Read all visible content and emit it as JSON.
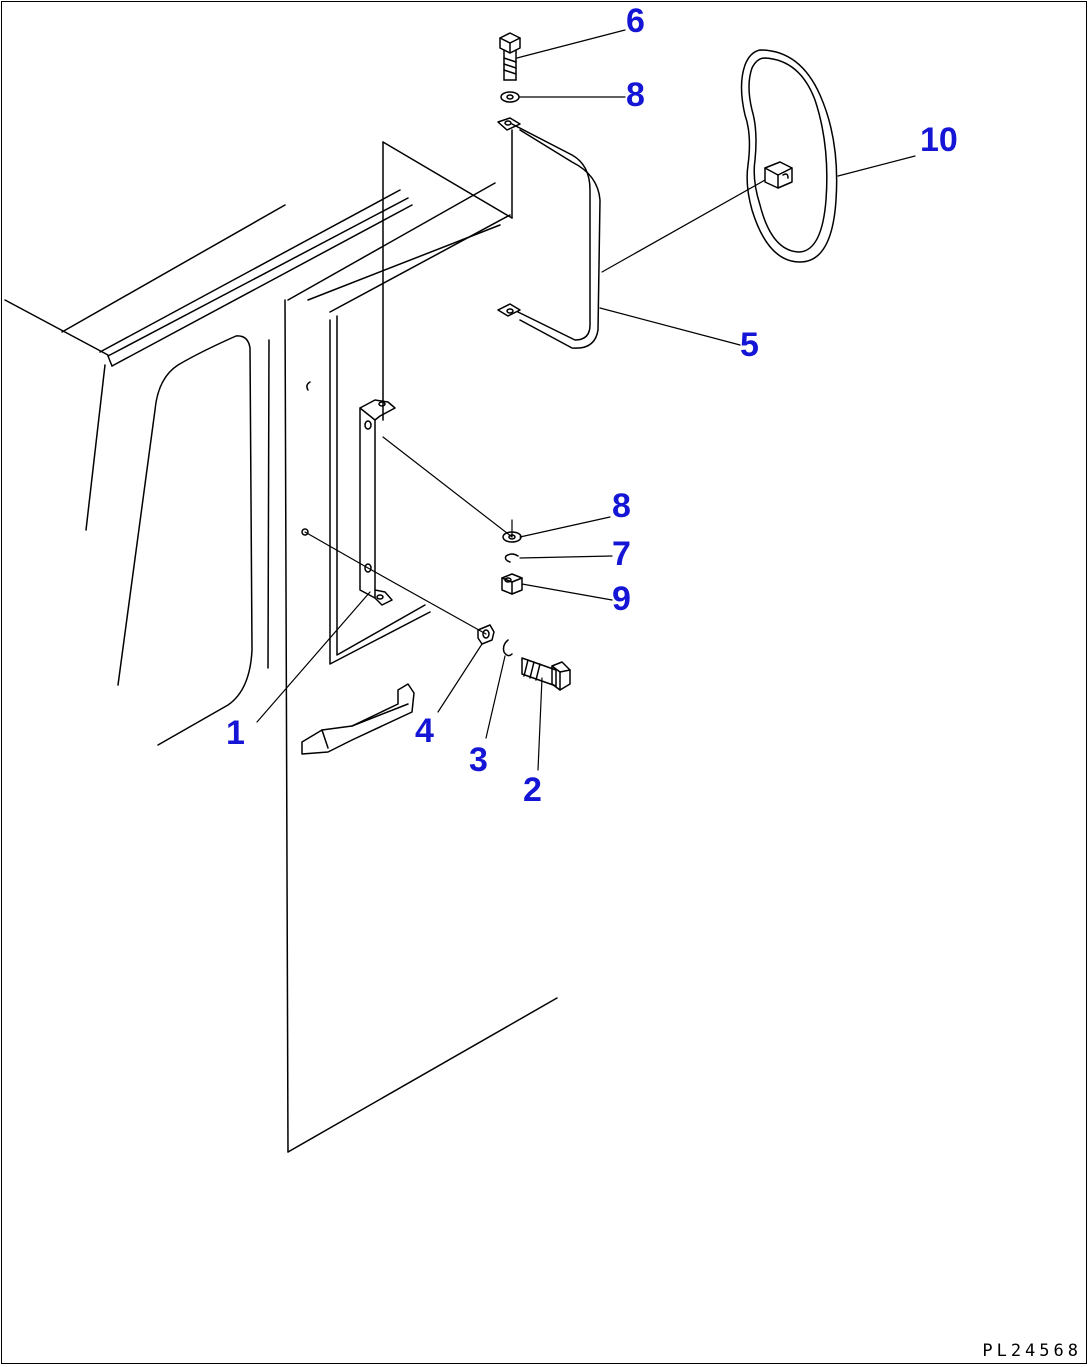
{
  "diagram": {
    "drawing_code": "PL24568",
    "callouts": {
      "c1": "1",
      "c2": "2",
      "c3": "3",
      "c4": "4",
      "c5": "5",
      "c6": "6",
      "c7": "7",
      "c8_top": "8",
      "c8_mid": "8",
      "c9": "9",
      "c10": "10"
    },
    "colors": {
      "callout": "#1515d6",
      "line": "#000000"
    }
  }
}
